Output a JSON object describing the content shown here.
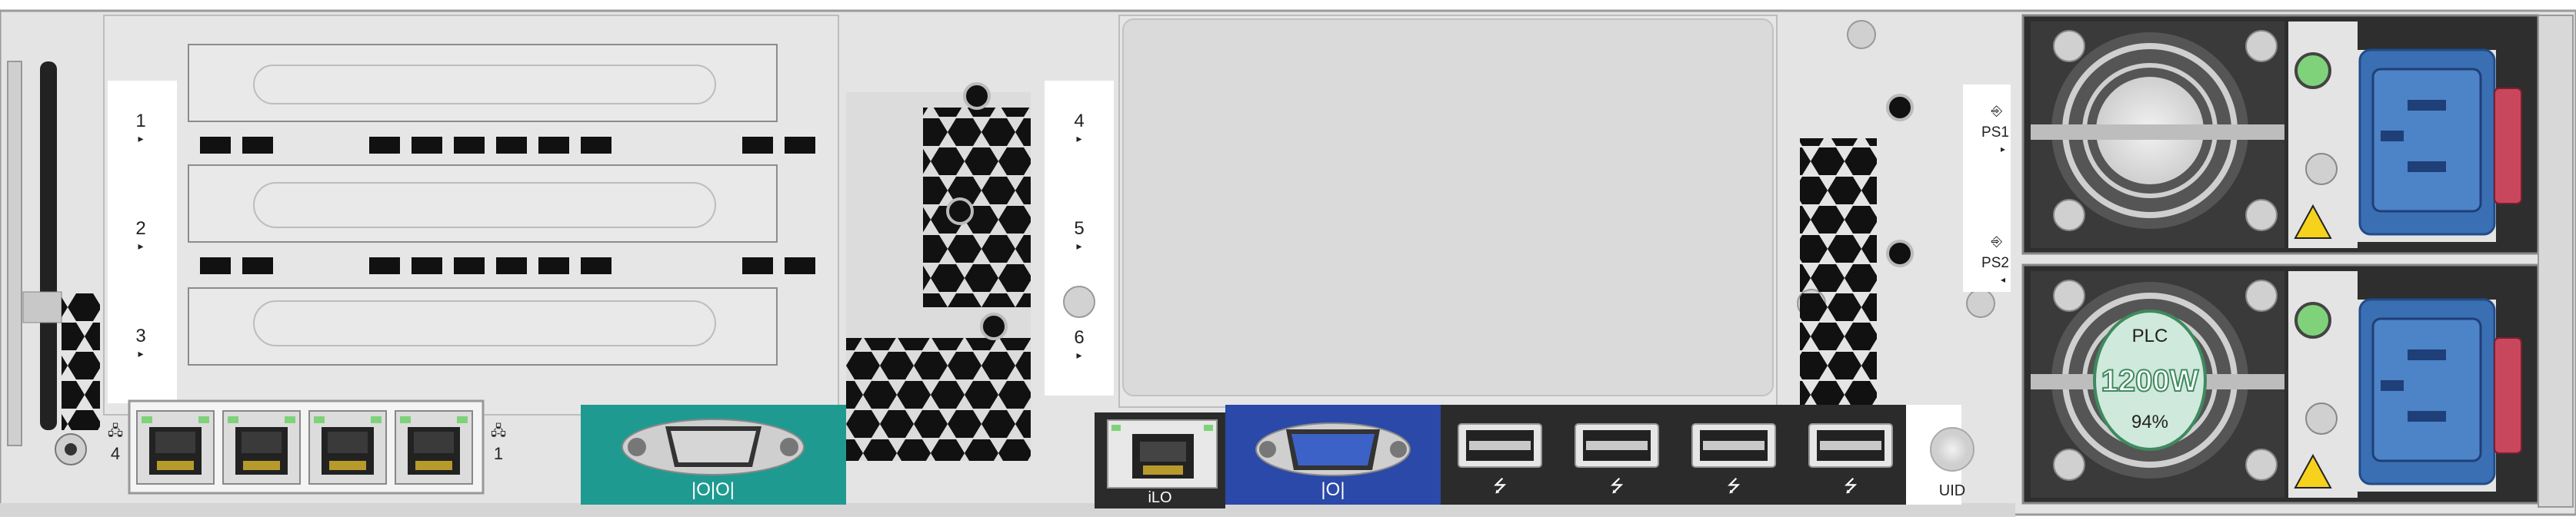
{
  "device": {
    "slots": {
      "slot_1": "1",
      "slot_2": "2",
      "slot_3": "3",
      "slot_4": "4",
      "slot_5": "5",
      "slot_6": "6"
    },
    "nic": {
      "left_number": "4",
      "right_number": "1"
    },
    "ports": {
      "serial_label": "|O|O|",
      "ilo_label": "iLO",
      "vga_label": "|O|",
      "uid_label": "UID"
    },
    "power_supplies": {
      "ps1_label": "PS1",
      "ps2_label": "PS2",
      "badge_top": "PLC",
      "badge_middle": "1200W",
      "badge_bottom": "94%"
    },
    "colors": {
      "serial": "#1f9a91",
      "vga": "#2a49a8",
      "usb_panel": "#2b2b2b",
      "ilo_panel": "#2b2b2b",
      "power_inlet": "#3b6fb3",
      "status_led": "#7fd27a",
      "latch_red": "#c9475c",
      "chassis": "#e4e4e4"
    }
  }
}
